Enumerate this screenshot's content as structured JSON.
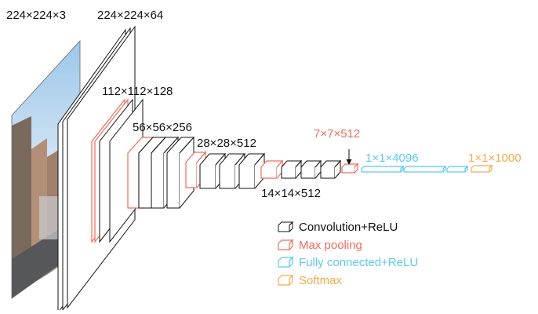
{
  "colors": {
    "conv": "#111111",
    "pool": "#f26b5b",
    "fc": "#5bc8f0",
    "softmax": "#f5a94e"
  },
  "labels": {
    "input": "224×224×3",
    "conv1": "224×224×64",
    "conv2": "112×112×128",
    "conv3": "56×56×256",
    "conv4": "28×28×512",
    "conv5": "14×14×512",
    "pool5": "7×7×512",
    "fc": "1×1×4096",
    "softmax": "1×1×1000"
  },
  "legend": [
    {
      "key": "conv",
      "text": "Convolution+ReLU"
    },
    {
      "key": "pool",
      "text": "Max pooling"
    },
    {
      "key": "fc",
      "text": "Fully connected+ReLU"
    },
    {
      "key": "softmax",
      "text": "Softmax"
    }
  ]
}
